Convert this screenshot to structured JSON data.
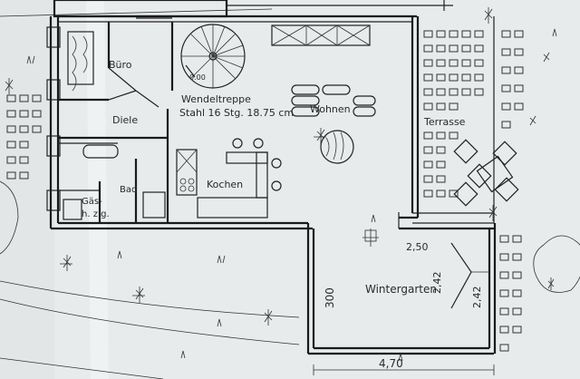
{
  "plan": {
    "rooms": {
      "buero": "Büro",
      "diele": "Diele",
      "bad": "Bad",
      "gaeste_wc_line1": "Gäs-",
      "gaeste_wc_line2": "h. z.g.",
      "kochen": "Kochen",
      "wohnen": "Wohnen",
      "terrasse": "Terrasse",
      "wintergarten": "Wintergarten"
    },
    "stair": {
      "line1": "Wendeltreppe",
      "line2": "Stahl 16 Stg. 18.75 cm",
      "marker": "0.00"
    },
    "dimensions": {
      "wintergarten_height": "300",
      "width_bottom": "4,70",
      "wintergarten_depth_a": "2,50",
      "wintergarten_depth_b": "2,42",
      "wintergarten_depth_c": "2,42"
    }
  }
}
